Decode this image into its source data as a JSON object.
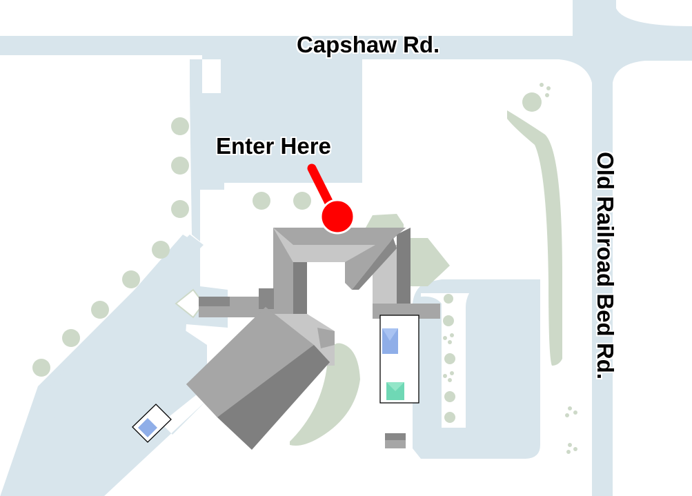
{
  "map": {
    "road_labels": {
      "north": "Capshaw Rd.",
      "east": "Old Railroad Bed Rd."
    },
    "marker_label": "Enter Here",
    "colors": {
      "pavement": "#d8e5ec",
      "vegetation": "#cdd9c8",
      "building_light": "#c7c7c7",
      "building_mid": "#a6a6a6",
      "building_dark": "#7f7f7f",
      "marker": "#ff0000",
      "structure_blue": "#8faee8",
      "structure_teal": "#6fd8b5"
    },
    "icons": [
      "entrance-marker-icon",
      "tree-icon",
      "building-icon"
    ]
  }
}
